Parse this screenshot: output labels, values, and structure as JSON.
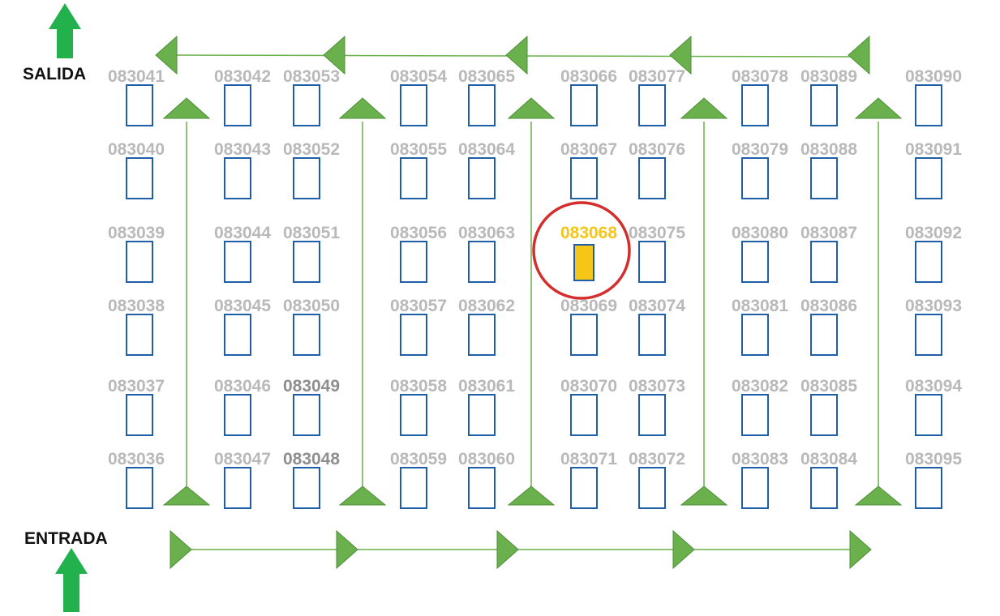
{
  "labels": {
    "exit": "SALIDA",
    "entrance": "ENTRADA"
  },
  "highlight": {
    "space": "083068",
    "label_color": "#f5c518",
    "circle_color": "#d32f2f"
  },
  "colors": {
    "arrow": "#6ab04c",
    "big_arrow": "#22b14c",
    "space_border": "#1f5fa8",
    "label": "#b9b9b9"
  },
  "columns": [
    [
      "083041",
      "083040",
      "083039",
      "083038",
      "083037",
      "083036"
    ],
    [
      "083042",
      "083043",
      "083044",
      "083045",
      "083046",
      "083047"
    ],
    [
      "083053",
      "083052",
      "083051",
      "083050",
      "083049",
      "083048"
    ],
    [
      "083054",
      "083055",
      "083056",
      "083057",
      "083058",
      "083059"
    ],
    [
      "083065",
      "083064",
      "083063",
      "083062",
      "083061",
      "083060"
    ],
    [
      "083066",
      "083067",
      "083068",
      "083069",
      "083070",
      "083071"
    ],
    [
      "083077",
      "083076",
      "083075",
      "083074",
      "083073",
      "083072"
    ],
    [
      "083078",
      "083079",
      "083080",
      "083081",
      "083082",
      "083083"
    ],
    [
      "083089",
      "083088",
      "083087",
      "083086",
      "083085",
      "083084"
    ],
    [
      "083090",
      "083091",
      "083092",
      "083093",
      "083094",
      "083095"
    ]
  ]
}
